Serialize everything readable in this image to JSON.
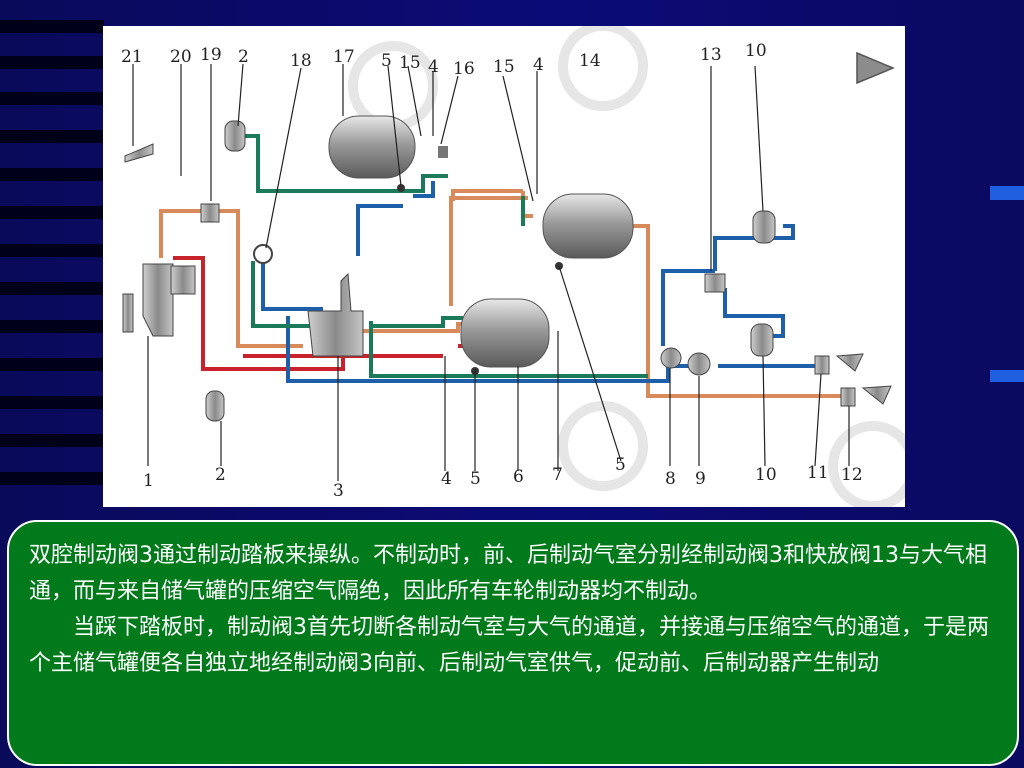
{
  "diagram": {
    "labels": {
      "l21": "21",
      "l20": "20",
      "l19": "19",
      "l2a": "2",
      "l18": "18",
      "l17": "17",
      "l5a": "5",
      "l15a": "15",
      "l4a": "4",
      "l16": "16",
      "l15b": "15",
      "l4b": "4",
      "l14": "14",
      "l13": "13",
      "l10a": "10",
      "l1": "1",
      "l2b": "2",
      "l3": "3",
      "l4c": "4",
      "l5b": "5",
      "l6": "6",
      "l7": "7",
      "l5c": "5",
      "l8": "8",
      "l9": "9",
      "l10b": "10",
      "l11": "11",
      "l12": "12"
    }
  },
  "caption": {
    "paragraph1": "双腔制动阀3通过制动踏板来操纵。不制动时，前、后制动气室分别经制动阀3和快放阀13与大气相通，而与来自储气罐的压缩空气隔绝，因此所有车轮制动器均不制动。",
    "paragraph2": "当踩下踏板时，制动阀3首先切断各制动气室与大气的通道，并接通与压缩空气的通道，于是两个主储气罐便各自独立地经制动阀3向前、后制动气室供气，促动前、后制动器产生制动"
  },
  "colors": {
    "background": "#0b0b78",
    "textbox": "#007a1a",
    "pipe_red": "#c8232c",
    "pipe_blue": "#1d5fa8",
    "pipe_green": "#1a7a5a",
    "pipe_orange": "#d98a5a"
  },
  "icons": {
    "next": "play-triangle-icon"
  }
}
